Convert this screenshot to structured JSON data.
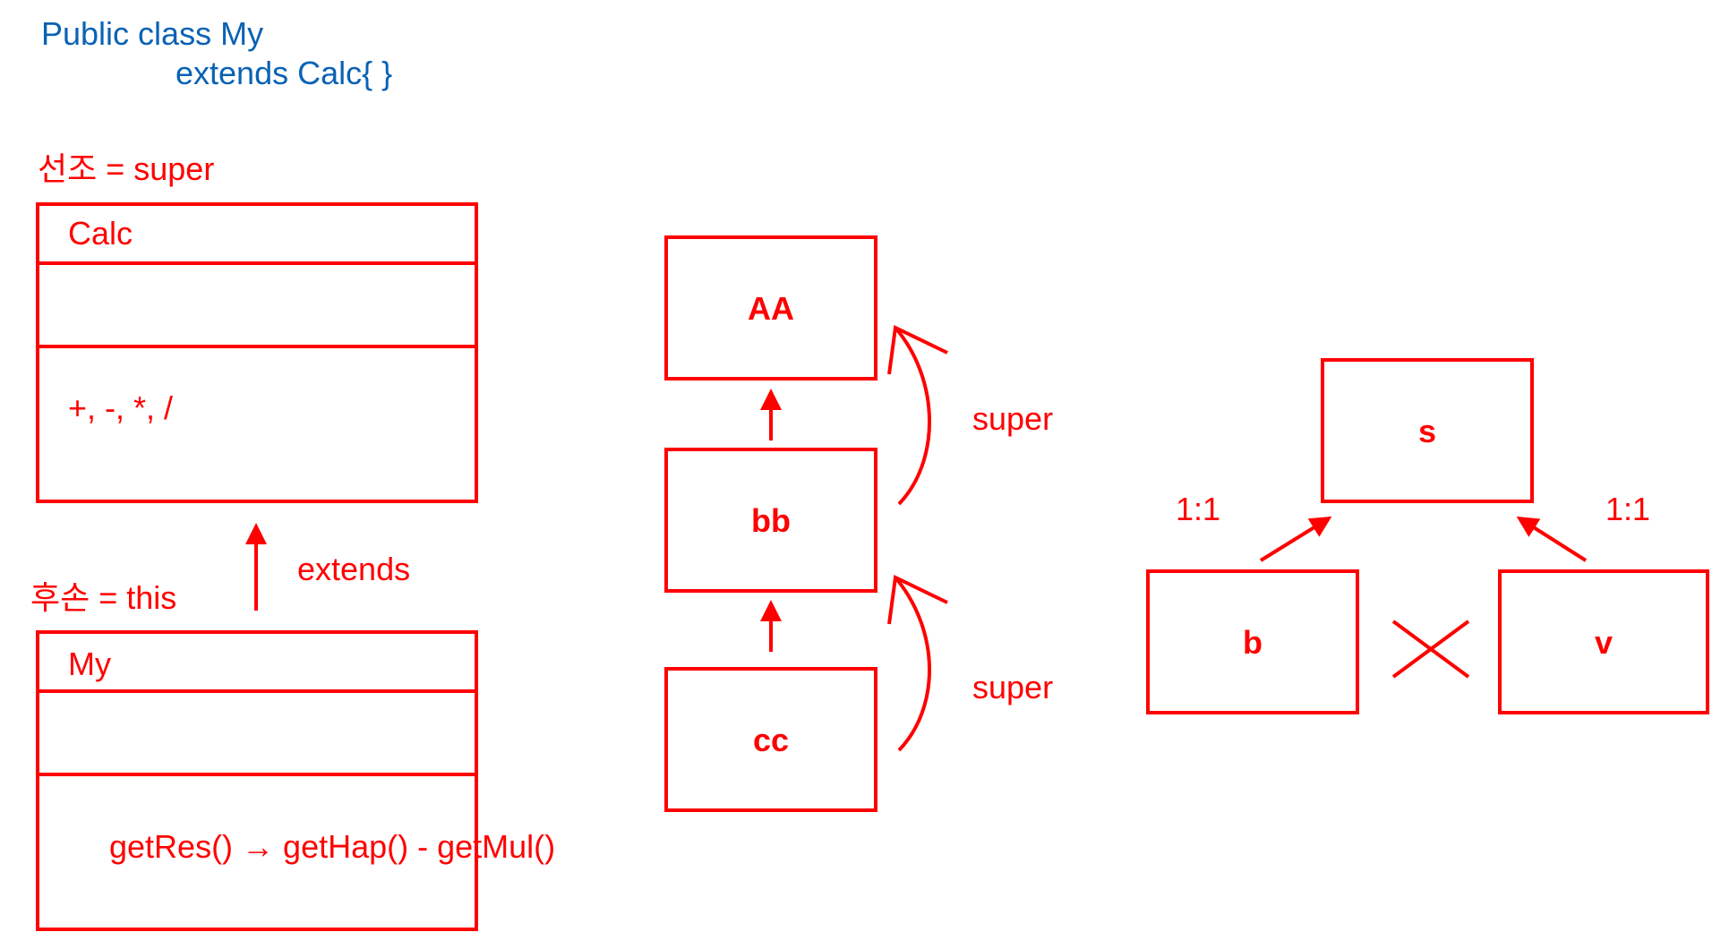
{
  "code": {
    "line1": "Public class My",
    "line2": "extends Calc{ }"
  },
  "left": {
    "ancestor_label": "선조 = super",
    "descendant_label": "후손 = this",
    "extends_label": "extends",
    "parent_class": {
      "name": "Calc",
      "methods": "+, -, *, /"
    },
    "child_class": {
      "name": "My",
      "methods": "getRes() → getHap() - getMul()"
    }
  },
  "middle": {
    "boxes": [
      "AA",
      "bb",
      "cc"
    ],
    "super_labels": [
      "super",
      "super"
    ]
  },
  "right": {
    "top": "s",
    "left": "b",
    "right": "v",
    "ratio_left": "1:1",
    "ratio_right": "1:1"
  },
  "colors": {
    "accent": "#ff0000",
    "code": "#0a62b4"
  }
}
